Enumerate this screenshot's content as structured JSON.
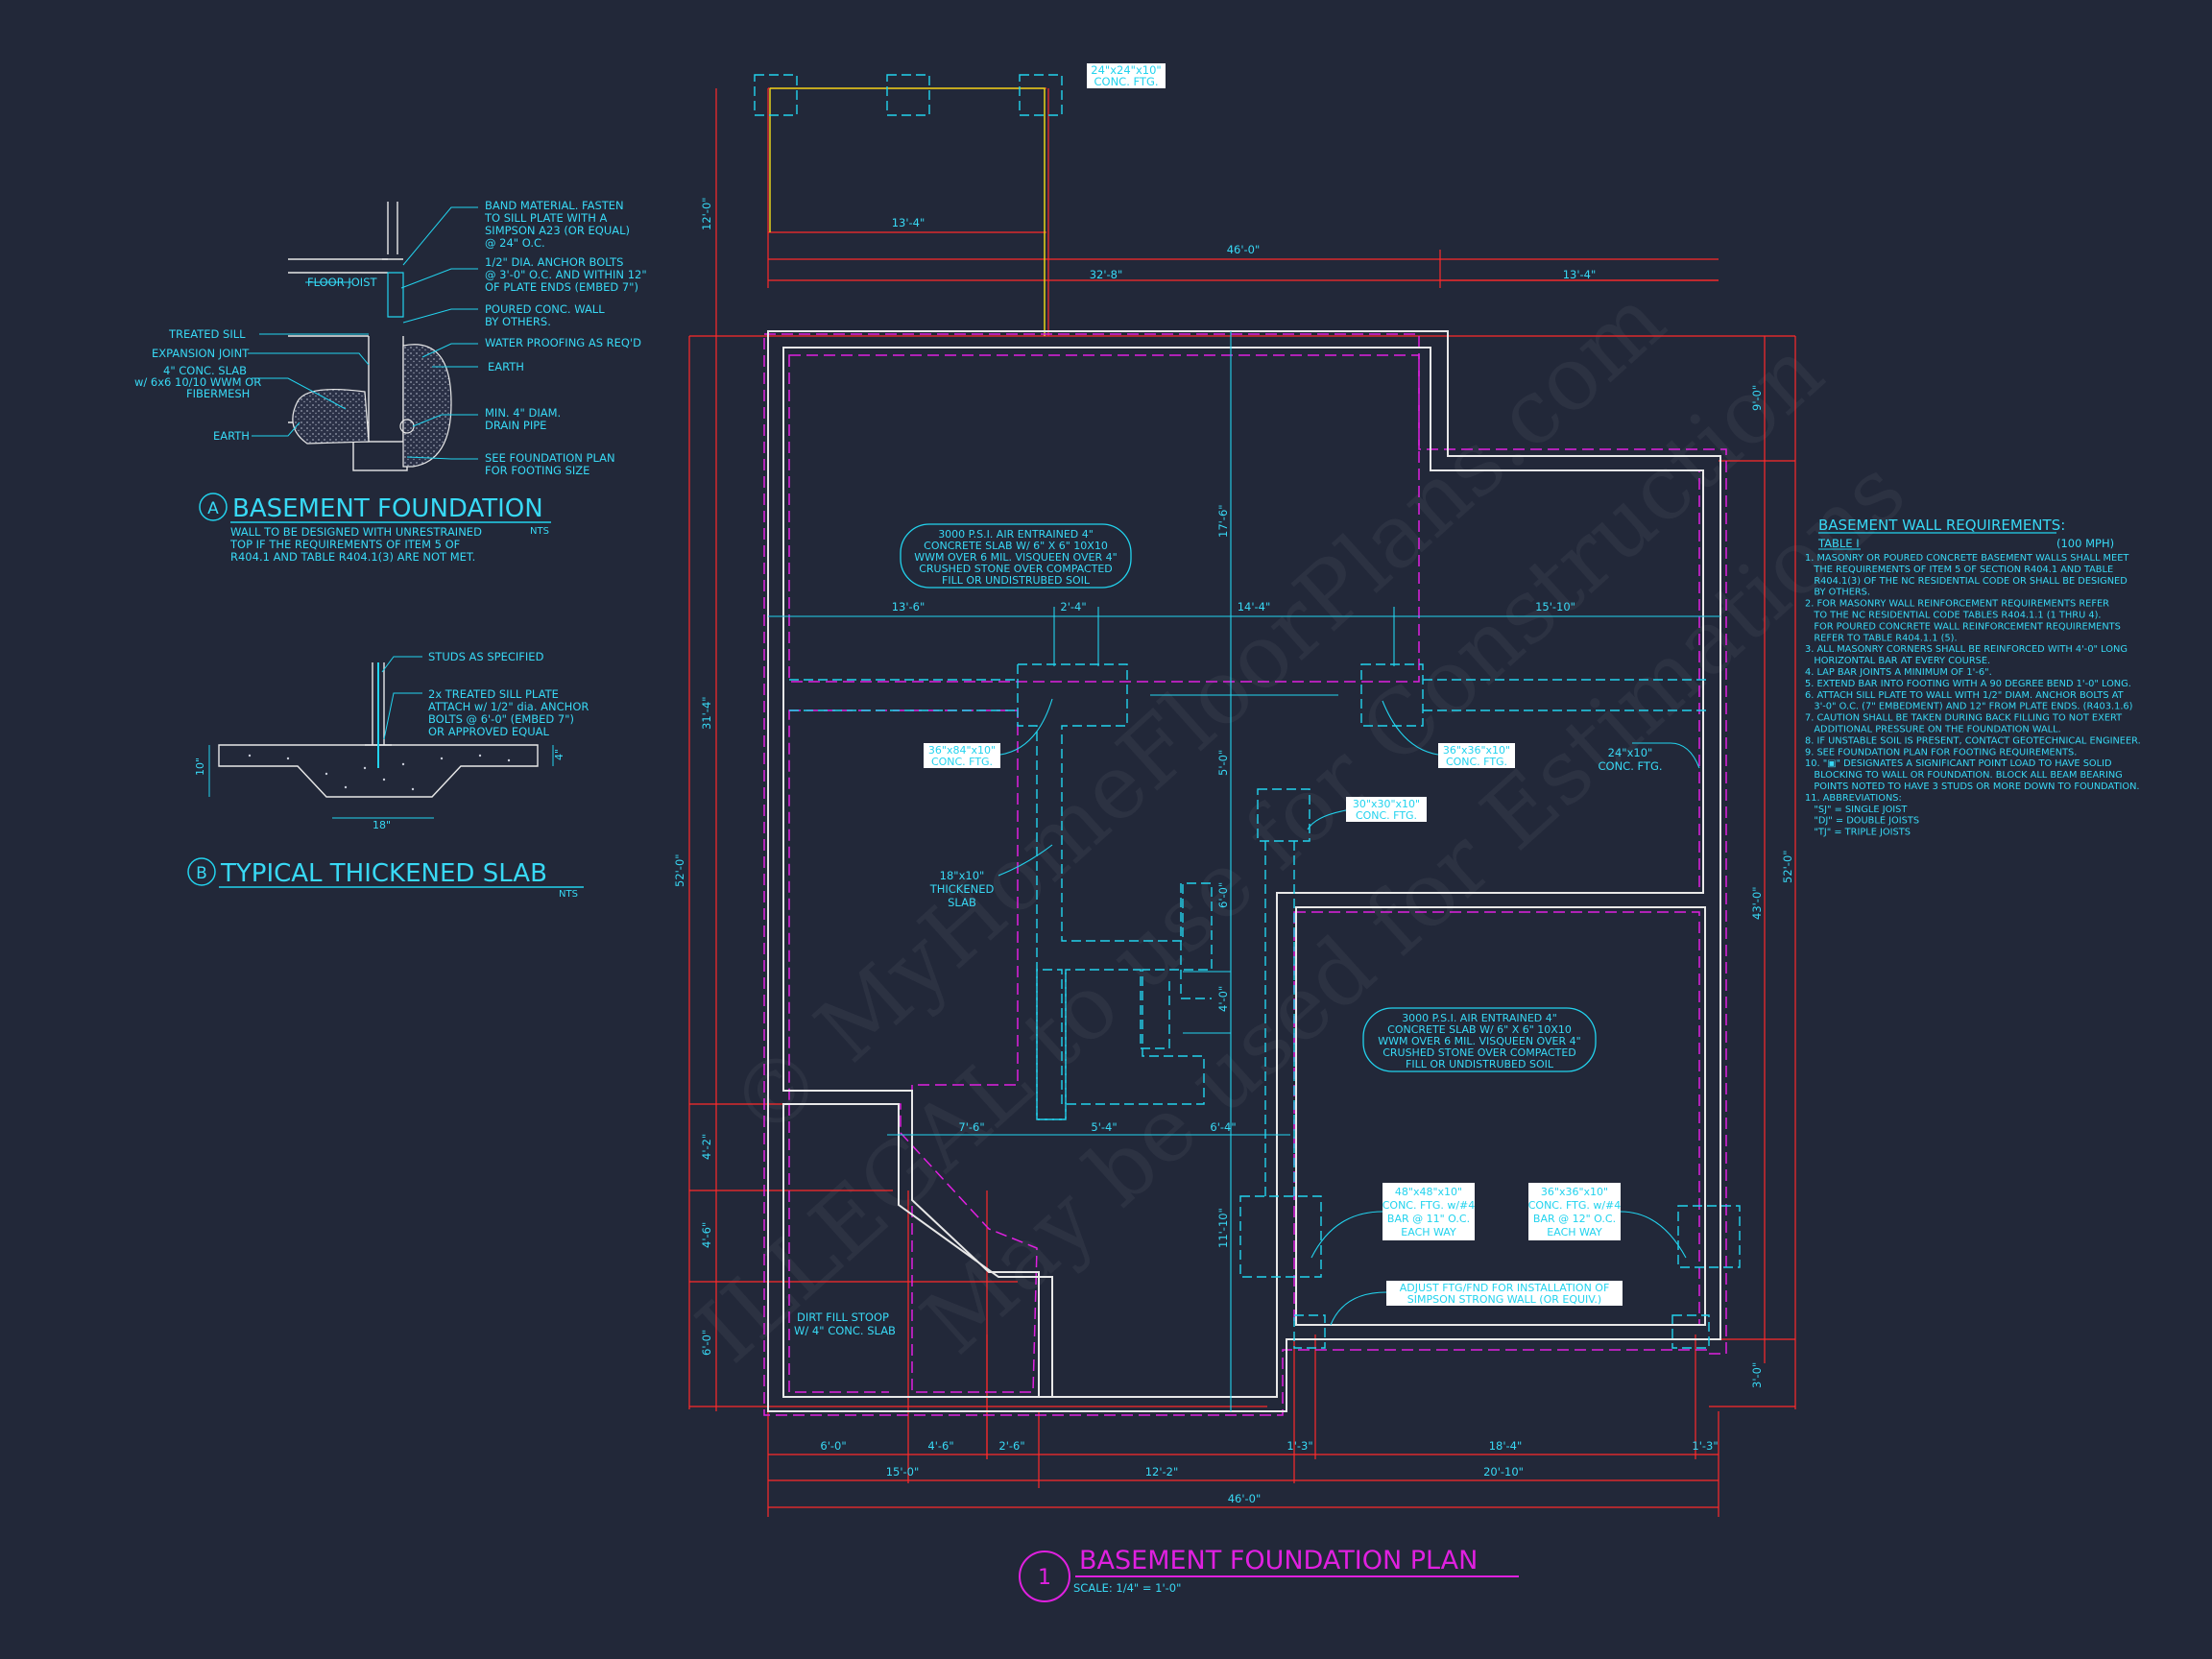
{
  "plan": {
    "title": "BASEMENT FOUNDATION PLAN",
    "number": "1",
    "scale": "SCALE: 1/4\" = 1'-0\"",
    "colors": {
      "background": "#222839",
      "dimension": "#ff2a2a",
      "note": "#22d3ee",
      "wall": "#e8e8e8",
      "footing_outline": "#e020e0",
      "title": "#e020e0",
      "porch_outline": "#e6d21a"
    },
    "dims_top": [
      "24\"x24\"x10\"",
      "CONC. FTG.",
      "13'-4\"",
      "46'-0\"",
      "32'-8\"",
      "13'-4\""
    ],
    "dims_interior": [
      "13'-6\"",
      "2'-4\"",
      "14'-4\"",
      "15'-10\"",
      "7'-6\"",
      "5'-4\"",
      "6'-4\""
    ],
    "dims_vertical_center": [
      "17'-6\"",
      "5'-0\"",
      "6'-0\"",
      "4'-0\"",
      "11'-10\""
    ],
    "dims_left": [
      "12'-0\"",
      "31'-4\"",
      "52'-0\"",
      "4'-2\"",
      "4'-6\"",
      "6'-0\""
    ],
    "dims_right": [
      "9'-0\"",
      "43'-0\"",
      "52'-0\"",
      "3'-0\""
    ],
    "dims_bottom_row1": [
      "6'-0\"",
      "4'-6\"",
      "2'-6\"",
      "1'-3\"",
      "18'-4\"",
      "1'-3\""
    ],
    "dims_bottom_row2": [
      "15'-0\"",
      "12'-2\"",
      "20'-10\""
    ],
    "dims_bottom_row3": [
      "46'-0\""
    ],
    "slab_note_1": [
      "3000 P.S.I. AIR ENTRAINED 4\"",
      "CONCRETE SLAB W/ 6\" X 6\" 10X10",
      "WWM OVER 6 MIL. VISQUEEN OVER 4\"",
      "CRUSHED STONE OVER COMPACTED",
      "FILL OR UNDISTRUBED SOIL"
    ],
    "slab_note_2": [
      "3000 P.S.I. AIR ENTRAINED 4\"",
      "CONCRETE SLAB W/ 6\" X 6\" 10X10",
      "WWM OVER 6 MIL. VISQUEEN OVER 4\"",
      "CRUSHED STONE OVER COMPACTED",
      "FILL OR UNDISTRUBED SOIL"
    ],
    "ftg_1": [
      "36\"x84\"x10\"",
      "CONC. FTG."
    ],
    "ftg_2": [
      "36\"x36\"x10\"",
      "CONC. FTG."
    ],
    "ftg_3": [
      "30\"x30\"x10\"",
      "CONC. FTG."
    ],
    "ftg_4": [
      "24\"x10\"",
      "CONC. FTG."
    ],
    "ftg_5": [
      "48\"x48\"x10\"",
      "CONC. FTG. w/#4",
      "BAR @ 11\" O.C.",
      "EACH WAY"
    ],
    "ftg_6": [
      "36\"x36\"x10\"",
      "CONC. FTG. w/#4",
      "BAR @ 12\" O.C.",
      "EACH WAY"
    ],
    "thickened": [
      "18\"x10\"",
      "THICKENED",
      "SLAB"
    ],
    "stoop": [
      "DIRT FILL STOOP",
      "W/ 4\" CONC. SLAB"
    ],
    "adjust": [
      "ADJUST FTG/FND FOR INSTALLATION OF",
      "SIMPSON STRONG WALL (OR EQUIV.)"
    ]
  },
  "detail_a": {
    "letter": "A",
    "title": "BASEMENT FOUNDATION",
    "nts": "NTS",
    "labels": {
      "band": [
        "BAND MATERIAL. FASTEN",
        "TO SILL PLATE WITH A",
        "SIMPSON A23 (OR EQUAL)",
        "@ 24\" O.C."
      ],
      "floor_joist": "FLOOR JOIST",
      "anchor": [
        "1/2\" DIA. ANCHOR BOLTS",
        "@ 3'-0\" O.C. AND WITHIN 12\"",
        "OF PLATE ENDS (EMBED 7\")"
      ],
      "poured_wall": [
        "POURED CONC. WALL",
        "BY OTHERS."
      ],
      "treated_sill": "TREATED SILL",
      "expansion": "EXPANSION JOINT",
      "waterproofing": "WATER PROOFING AS REQ'D",
      "slab": [
        "4\" CONC. SLAB",
        "w/ 6x6 10/10 WWM OR",
        "FIBERMESH"
      ],
      "earth_r": "EARTH",
      "drain": [
        "MIN. 4\" DIAM.",
        "DRAIN PIPE"
      ],
      "earth_l": "EARTH",
      "see_plan": [
        "SEE FOUNDATION PLAN",
        "FOR FOOTING SIZE"
      ]
    },
    "note": [
      "WALL TO BE DESIGNED WITH UNRESTRAINED",
      "TOP IF THE REQUIREMENTS OF ITEM 5 OF",
      "R404.1 AND TABLE R404.1(3) ARE NOT MET."
    ]
  },
  "detail_b": {
    "letter": "B",
    "title": "TYPICAL THICKENED SLAB",
    "nts": "NTS",
    "studs": "STUDS AS SPECIFIED",
    "sill": [
      "2x TREATED SILL PLATE",
      "ATTACH w/ 1/2\" dia. ANCHOR",
      "BOLTS @ 6'-0\" (EMBED 7\")",
      "OR APPROVED EQUAL"
    ],
    "dim_w": "18\"",
    "dim_h": "10\"",
    "dim_4": "4\""
  },
  "requirements": {
    "title": "BASEMENT WALL REQUIREMENTS:",
    "table": "TABLE I",
    "mph": "(100 MPH)",
    "lines": [
      "1. MASONRY OR POURED CONCRETE BASEMENT WALLS SHALL MEET",
      "   THE REQUIREMENTS OF ITEM 5 OF SECTION R404.1 AND TABLE",
      "   R404.1(3) OF THE NC RESIDENTIAL CODE OR SHALL BE DESIGNED",
      "   BY OTHERS.",
      "2. FOR MASONRY WALL REINFORCEMENT REQUIREMENTS REFER",
      "   TO THE NC RESIDENTIAL CODE TABLES R404.1.1 (1 THRU 4).",
      "   FOR POURED CONCRETE WALL REINFORCEMENT REQUIREMENTS",
      "   REFER TO TABLE R404.1.1 (5).",
      "3. ALL MASONRY CORNERS SHALL BE REINFORCED WITH 4'-0\" LONG",
      "   HORIZONTAL BAR AT EVERY COURSE.",
      "4. LAP BAR JOINTS A MINIMUM OF 1'-6\".",
      "5. EXTEND BAR INTO FOOTING WITH A 90 DEGREE BEND 1'-0\" LONG.",
      "6. ATTACH SILL PLATE TO WALL WITH 1/2\" DIAM. ANCHOR BOLTS AT",
      "   3'-0\" O.C. (7\" EMBEDMENT) AND 12\" FROM PLATE ENDS. (R403.1.6)",
      "7. CAUTION SHALL BE TAKEN DURING BACK FILLING TO NOT EXERT",
      "   ADDITIONAL PRESSURE ON THE FOUNDATION WALL.",
      "8. IF UNSTABLE SOIL IS PRESENT, CONTACT GEOTECHNICAL ENGINEER.",
      "9. SEE FOUNDATION PLAN FOR FOOTING REQUIREMENTS.",
      "10. \"▣\" DESIGNATES A SIGNIFICANT POINT LOAD TO HAVE SOLID",
      "   BLOCKING TO WALL OR FOUNDATION. BLOCK ALL BEAM BEARING",
      "   POINTS NOTED TO HAVE 3 STUDS OR MORE DOWN TO FOUNDATION.",
      "11. ABBREVIATIONS:",
      "   \"SJ\" = SINGLE JOIST",
      "   \"DJ\" = DOUBLE JOISTS",
      "   \"TJ\" = TRIPLE JOISTS"
    ]
  },
  "watermark": [
    "© MyHomeFloorPlans.com",
    "ILLEGAL to use for Construction",
    "May be used for Estimations"
  ]
}
